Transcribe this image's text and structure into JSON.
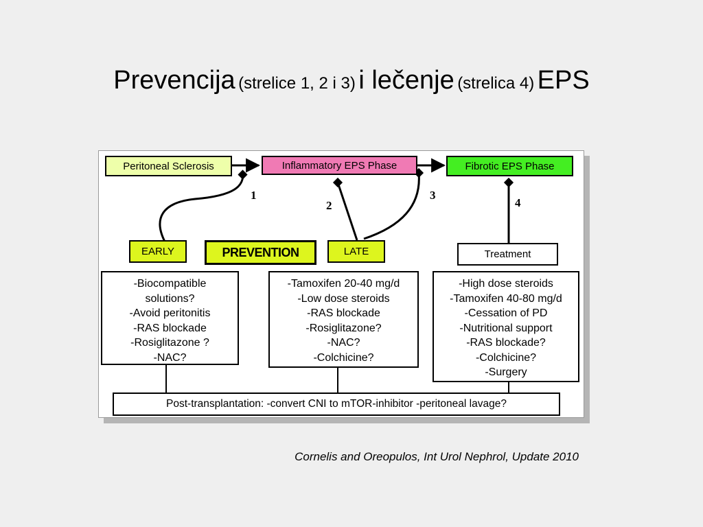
{
  "title": {
    "part1": "Prevencija",
    "part2": "(strelice 1, 2 i 3)",
    "part3": "i lečenje",
    "part4": "(strelica 4)",
    "part5": "EPS"
  },
  "diagram": {
    "phases": {
      "sclerosis": "Peritoneal Sclerosis",
      "inflammatory": "Inflammatory EPS Phase",
      "fibrotic": "Fibrotic EPS Phase"
    },
    "labels": {
      "early": "EARLY",
      "prevention": "PREVENTION",
      "late": "LATE",
      "treatment": "Treatment"
    },
    "arrow_numbers": [
      "1",
      "2",
      "3",
      "4"
    ],
    "early_items": [
      "-Biocompatible",
      "solutions?",
      "-Avoid peritonitis",
      "-RAS blockade",
      "-Rosiglitazone ?",
      "-NAC?"
    ],
    "late_items": [
      "-Tamoxifen 20-40 mg/d",
      "-Low dose steroids",
      "-RAS blockade",
      "-Rosiglitazone?",
      "-NAC?",
      "-Colchicine?"
    ],
    "treatment_items": [
      "-High dose steroids",
      "-Tamoxifen 40-80 mg/d",
      "-Cessation of PD",
      "-Nutritional support",
      "-RAS blockade?",
      "-Colchicine?",
      "-Surgery"
    ],
    "post_transplant": "Post-transplantation: -convert CNI to mTOR-inhibitor -peritoneal lavage?"
  },
  "citation": "Cornelis and Oreopulos, Int Urol Nephrol, Update 2010",
  "colors": {
    "sclerosis": "#eeffaa",
    "inflammatory": "#f07ab4",
    "fibrotic": "#44ee22",
    "early_late_prevention": "#ddf51e",
    "background": "#efefef"
  }
}
